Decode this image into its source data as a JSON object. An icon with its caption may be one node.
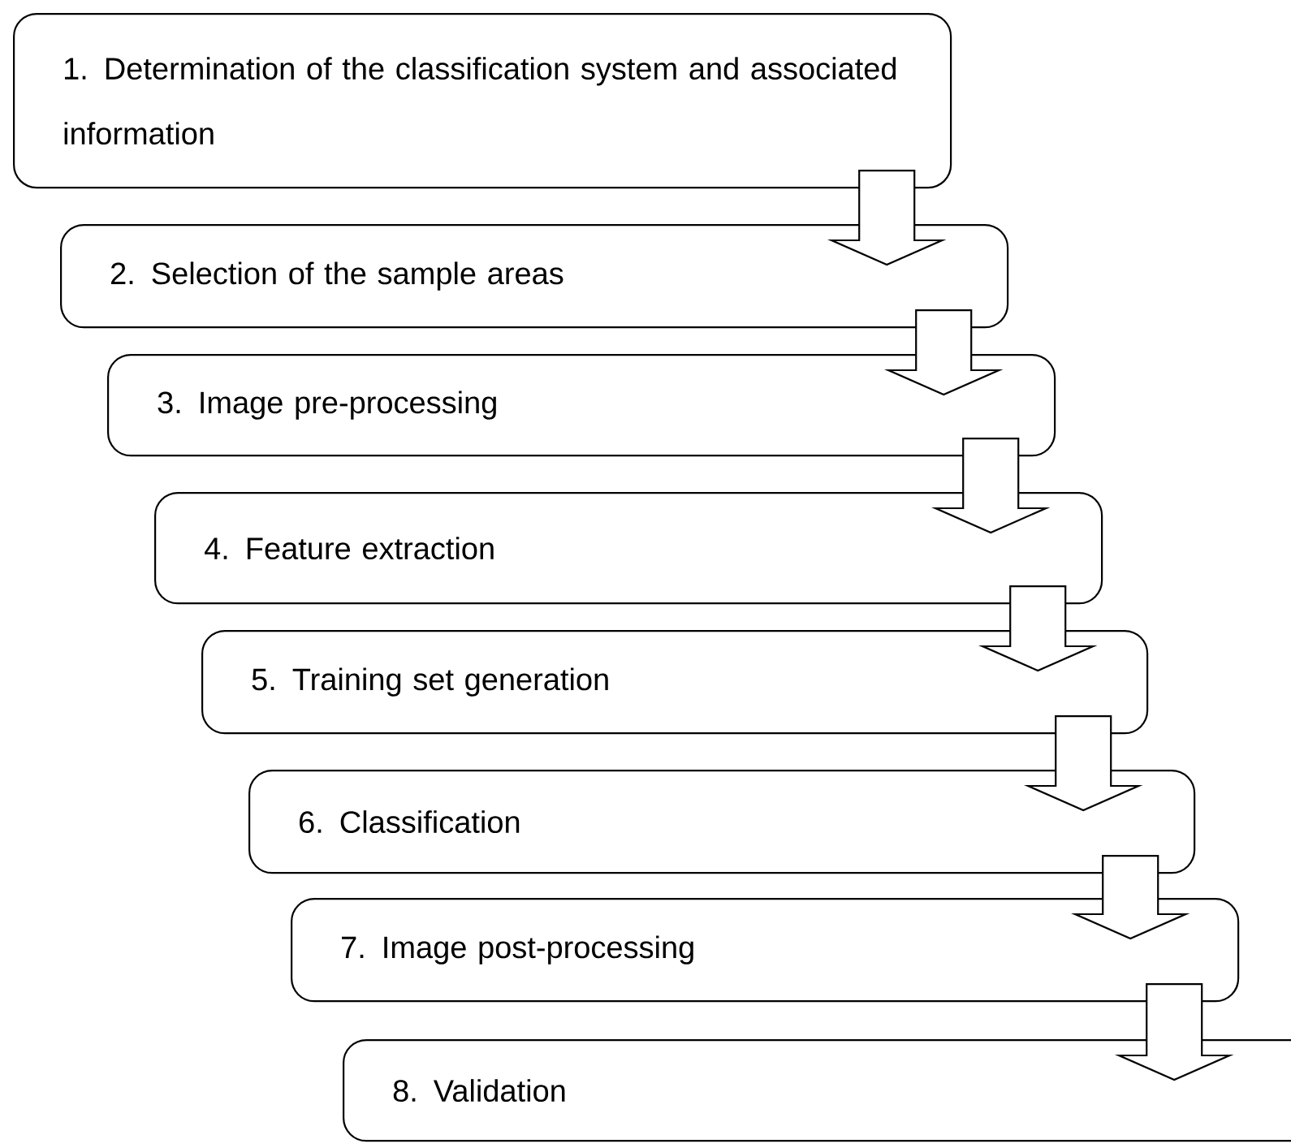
{
  "diagram": {
    "nodes": [
      {
        "text": [
          "1. Determination of the classification system and associated information"
        ]
      },
      {
        "text": [
          "2. Selection of the sample areas"
        ]
      },
      {
        "text": [
          "3. Image pre-processing"
        ]
      },
      {
        "text": [
          "4. Feature extraction"
        ]
      },
      {
        "text": [
          "5. Training set generation"
        ]
      },
      {
        "text": [
          "6. Classification"
        ]
      },
      {
        "text": [
          "7. Image post-processing"
        ]
      },
      {
        "text": [
          "8. Validation"
        ]
      }
    ],
    "edges": [
      {
        "from": 0,
        "to": 1,
        "arrow": "to"
      },
      {
        "from": 1,
        "to": 2,
        "arrow": "to"
      },
      {
        "from": 2,
        "to": 3,
        "arrow": "to"
      },
      {
        "from": 3,
        "to": 4,
        "arrow": "to"
      },
      {
        "from": 4,
        "to": 5,
        "arrow": "to"
      },
      {
        "from": 5,
        "to": 6,
        "arrow": "to"
      },
      {
        "from": 6,
        "to": 7,
        "arrow": "to"
      }
    ]
  }
}
